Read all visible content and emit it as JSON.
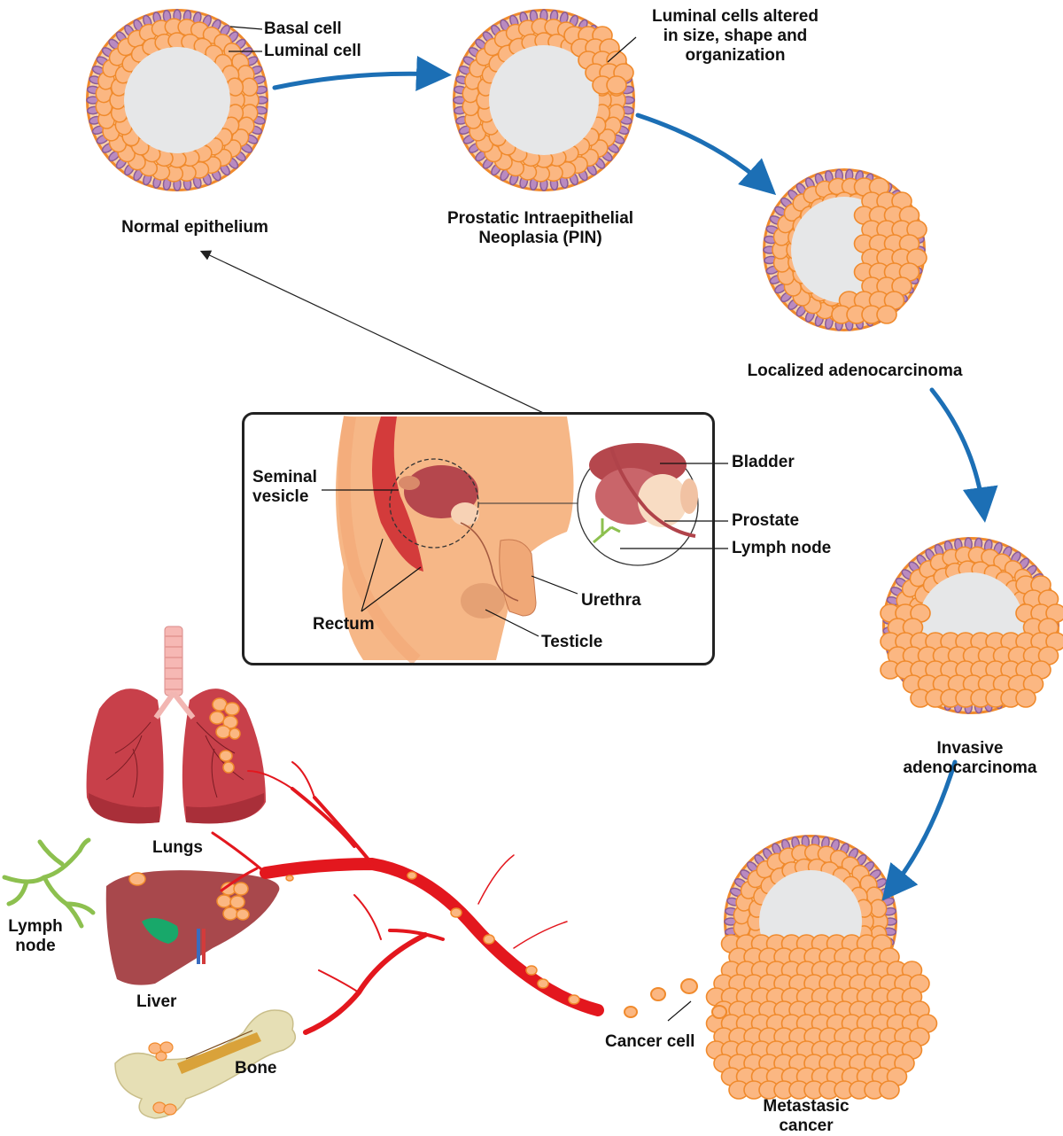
{
  "stages": {
    "normal": "Normal epithelium",
    "pin": "Prostatic Intraepithelial\nNeoplasia (PIN)",
    "localized": "Localized adenocarcinoma",
    "invasive": "Invasive\nadenocarcinoma",
    "metastatic": "Metastasic\ncancer"
  },
  "cell_labels": {
    "basal": "Basal cell",
    "luminal": "Luminal cell",
    "altered": "Luminal cells altered\nin size, shape and\norganization",
    "cancer_cell": "Cancer cell"
  },
  "anatomy": {
    "seminal_vesicle": "Seminal\nvesicle",
    "rectum": "Rectum",
    "testicle": "Testicle",
    "urethra": "Urethra",
    "bladder": "Bladder",
    "prostate": "Prostate",
    "lymph_node": "Lymph node"
  },
  "metastasis_sites": {
    "lungs": "Lungs",
    "lymph_node": "Lymph\nnode",
    "liver": "Liver",
    "bone": "Bone"
  },
  "colors": {
    "cell_fill": "#fbb782",
    "cell_stroke": "#f08a2c",
    "lumen": "#e6e7e8",
    "basal": "#b98ac0",
    "arrow": "#1c6fb5",
    "vessel": "#e3171e",
    "lung": "#c8404a",
    "liver": "#a8484c",
    "bone": "#e6dfb5",
    "lymph": "#8dc04f"
  }
}
